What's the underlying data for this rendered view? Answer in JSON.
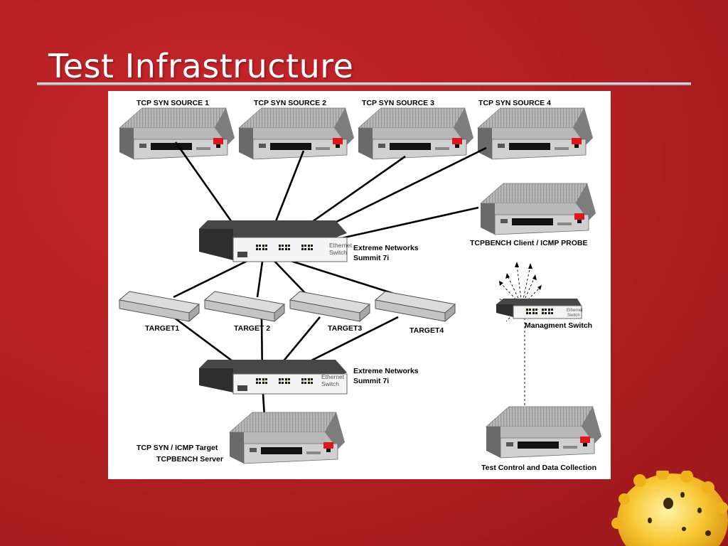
{
  "slide": {
    "title": "Test Infrastructure"
  },
  "diagram": {
    "sources": [
      "TCP SYN SOURCE 1",
      "TCP SYN SOURCE 2",
      "TCP SYN SOURCE 3",
      "TCP SYN SOURCE 4"
    ],
    "probe_label": "TCPBENCH Client / ICMP PROBE",
    "switch_top": {
      "line1": "Extreme Networks",
      "line2": "Summit 7i",
      "badge1": "Ethernet",
      "badge2": "Switch"
    },
    "switch_bottom": {
      "line1": "Extreme Networks",
      "line2": "Summit 7i",
      "badge1": "Ethernet",
      "badge2": "Switch"
    },
    "targets": [
      "TARGET1",
      "TARGET 2",
      "TARGET3",
      "TARGET4"
    ],
    "mgmt_switch": {
      "label": "Managment Switch",
      "badge1": "Ethernet",
      "badge2": "Switch"
    },
    "server_label_line1": "TCP SYN / ICMP Target",
    "server_label_line2": "TCPBENCH Server",
    "control_label": "Test Control and Data Collection"
  }
}
